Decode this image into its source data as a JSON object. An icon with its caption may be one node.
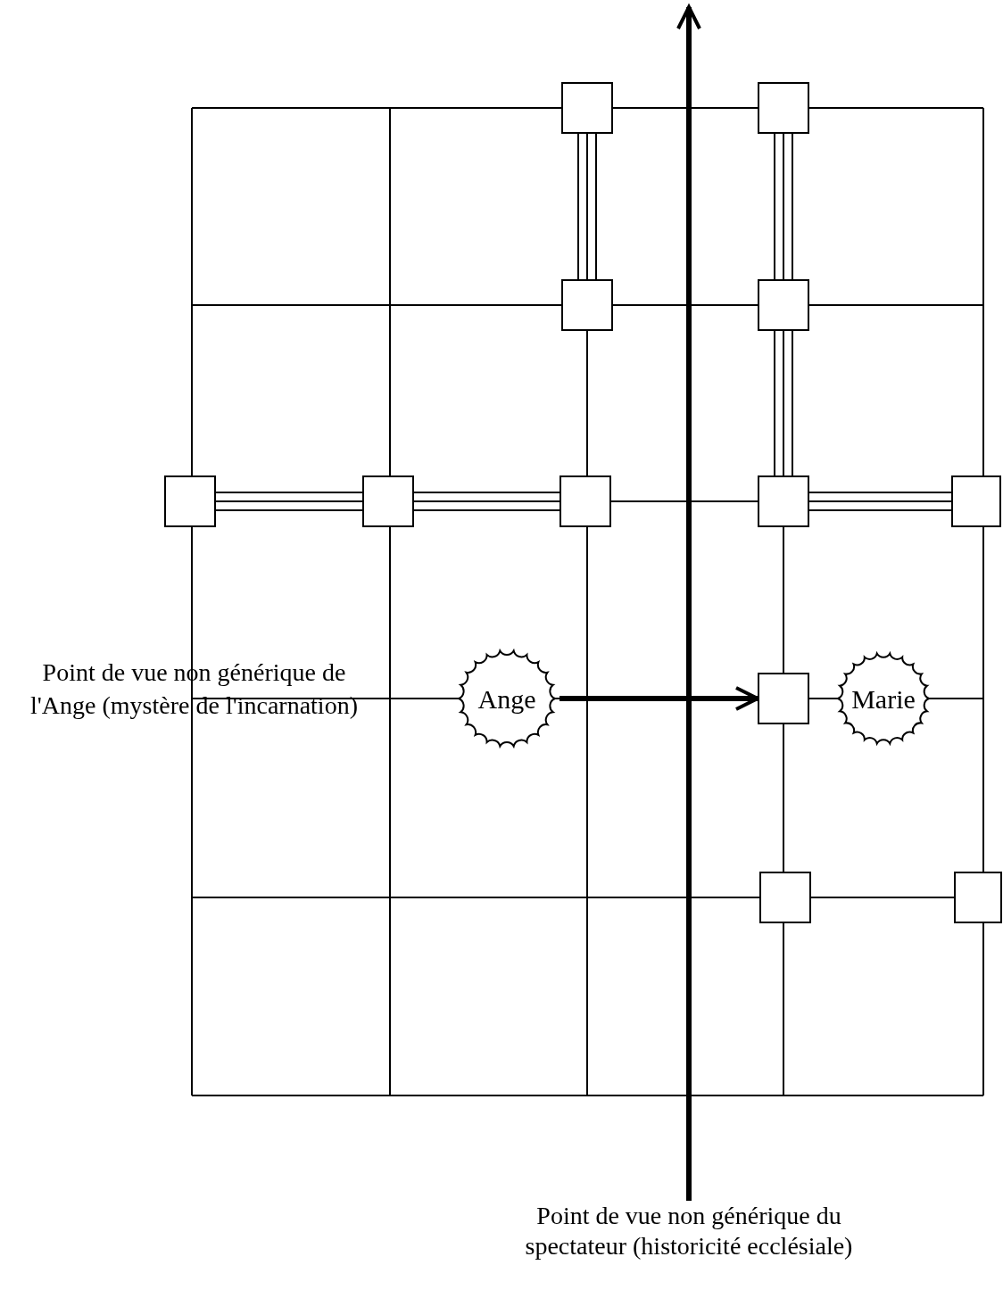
{
  "diagram": {
    "nodes": [
      {
        "text": [],
        "shape": "box"
      },
      {
        "text": [],
        "shape": "box"
      },
      {
        "text": [],
        "shape": "box"
      },
      {
        "text": [],
        "shape": "box"
      },
      {
        "text": [],
        "shape": "box"
      },
      {
        "text": [],
        "shape": "box"
      },
      {
        "text": [],
        "shape": "box"
      },
      {
        "text": [],
        "shape": "box"
      },
      {
        "text": [],
        "shape": "box"
      },
      {
        "text": [
          "Ange"
        ]
      },
      {
        "text": [],
        "shape": "box"
      },
      {
        "text": [
          "Marie"
        ]
      },
      {
        "text": [],
        "shape": "box"
      },
      {
        "text": [],
        "shape": "box"
      },
      {
        "text": [
          "Point de vue non générique du spectateur (historicité ecclésiale)"
        ]
      }
    ],
    "edges": [
      {
        "from": 0,
        "to": 2,
        "arrow": "none"
      },
      {
        "from": 1,
        "to": 3,
        "arrow": "none"
      },
      {
        "from": 3,
        "to": 7,
        "arrow": "none"
      },
      {
        "from": 4,
        "to": 5,
        "arrow": "none"
      },
      {
        "from": 5,
        "to": 6,
        "arrow": "none"
      },
      {
        "from": 7,
        "to": 8,
        "arrow": "none"
      },
      {
        "from": 9,
        "to": 10,
        "arrow": "to",
        "style": "thick"
      },
      {
        "from": 14,
        "to": null,
        "arrow": "to",
        "style": "thick"
      }
    ],
    "labels": [
      "Point de vue non générique de l'Ange (mystère de l'incarnation)"
    ]
  }
}
